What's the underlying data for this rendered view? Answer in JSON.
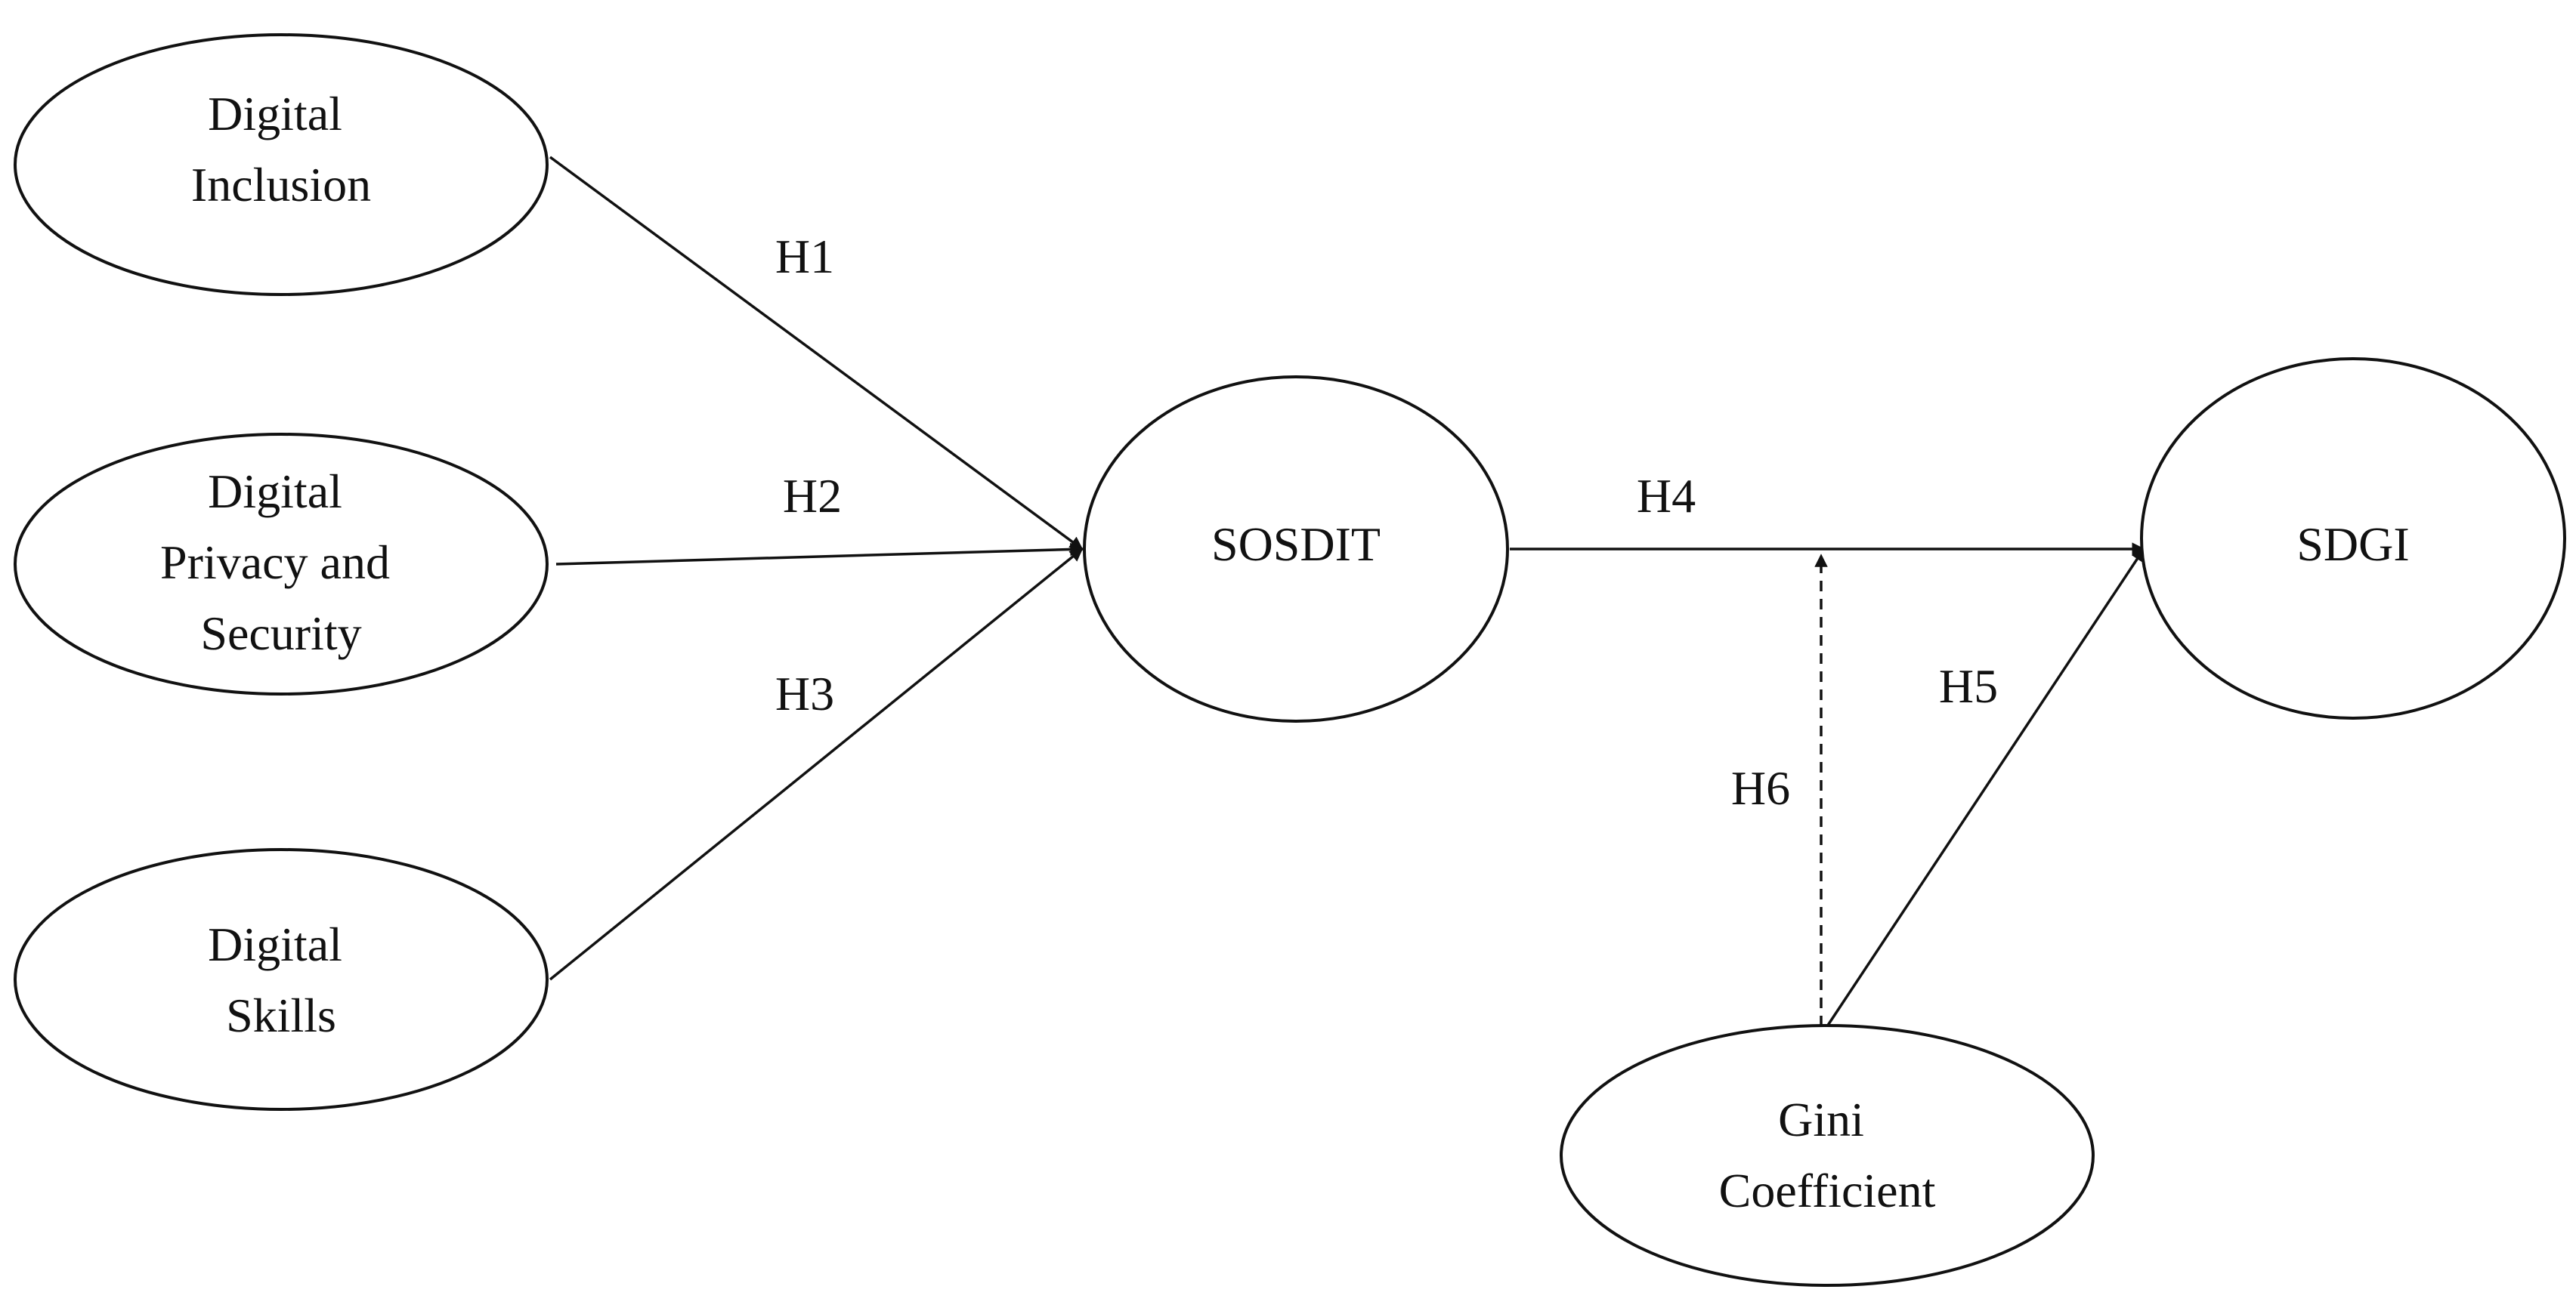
{
  "nodes": {
    "digital_inclusion": [
      "Digital",
      "Inclusion"
    ],
    "digital_privacy": [
      "Digital",
      "Privacy and",
      "Security"
    ],
    "digital_skills": [
      "Digital",
      "Skills"
    ],
    "sosdit": [
      "SOSDIT"
    ],
    "sdgi": [
      "SDGI"
    ],
    "gini": [
      "Gini",
      "Coefficient"
    ]
  },
  "edges": {
    "h1": "H1",
    "h2": "H2",
    "h3": "H3",
    "h4": "H4",
    "h5": "H5",
    "h6": "H6"
  }
}
